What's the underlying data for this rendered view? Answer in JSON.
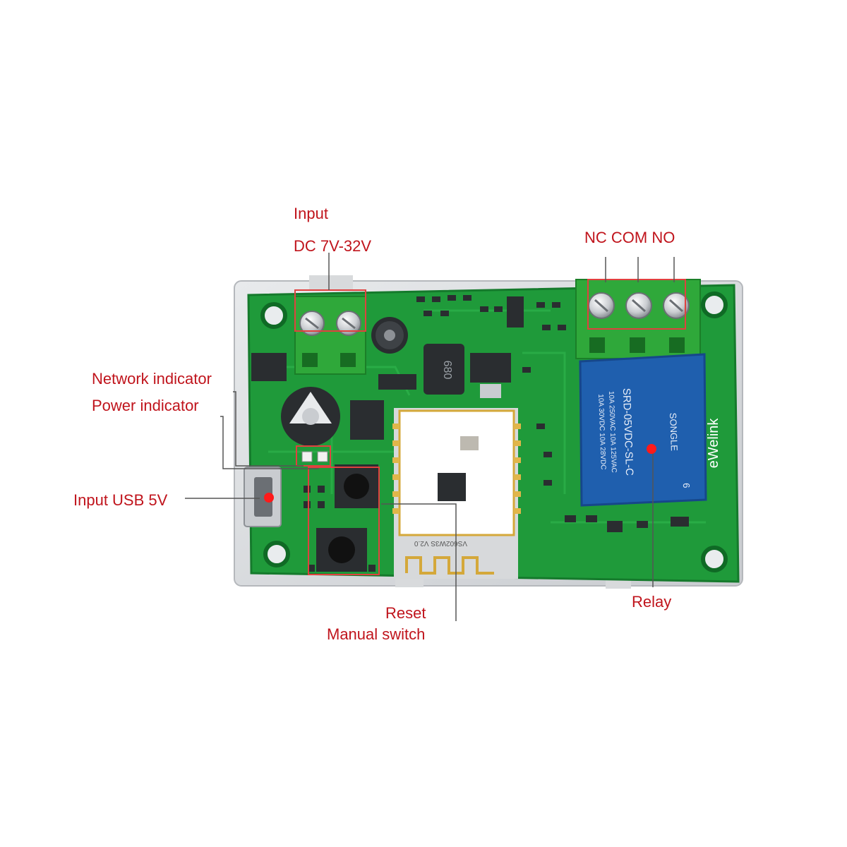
{
  "labels": {
    "input": "Input",
    "input_voltage": "DC 7V-32V",
    "relay_terminals": "NC COM NO",
    "network_indicator": "Network indicator",
    "power_indicator": "Power indicator",
    "input_usb": "Input USB 5V",
    "reset": "Reset",
    "manual_switch": "Manual switch",
    "relay": "Relay"
  },
  "board": {
    "brand_text": "eWelink",
    "inductor_mark": "680",
    "wifi_module_mark": "VS602W3S V2.0",
    "relay_text_1": "SRD-05VDC-SL-C",
    "relay_text_2": "10A 250VAC 10A 125VAC",
    "relay_text_3": "10A 30VDC 10A 28VDC",
    "relay_brand": "SONGLE",
    "relay_pin": "6"
  },
  "colors": {
    "label_text": "#c0141c",
    "pcb_green": "#1f9a3a",
    "terminal_green": "#2fa83a",
    "relay_blue": "#1f5fae",
    "callout_box": "#e0413f",
    "callout_line": "#555555",
    "dot_red": "#ff1a1a"
  }
}
